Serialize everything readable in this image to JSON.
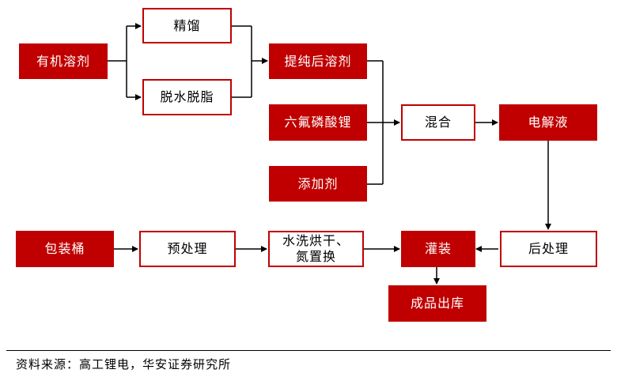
{
  "diagram": {
    "nodes": {
      "organic_solvent": "有机溶剂",
      "distillation": "精馏",
      "dehydration": "脱水脱脂",
      "purified_solvent": "提纯后溶剂",
      "lipf6": "六氟磷酸锂",
      "additive": "添加剂",
      "mixing": "混合",
      "electrolyte": "电解液",
      "post_processing": "后处理",
      "filling": "灌装",
      "finished_storage": "成品出库",
      "washing": "水洗烘干、\n氮置换",
      "pretreatment": "预处理",
      "drum": "包装桶"
    }
  },
  "footer": {
    "source": "资料来源：高工锂电，华安证券研究所"
  },
  "colors": {
    "accent": "#c00000",
    "line": "#000000"
  }
}
